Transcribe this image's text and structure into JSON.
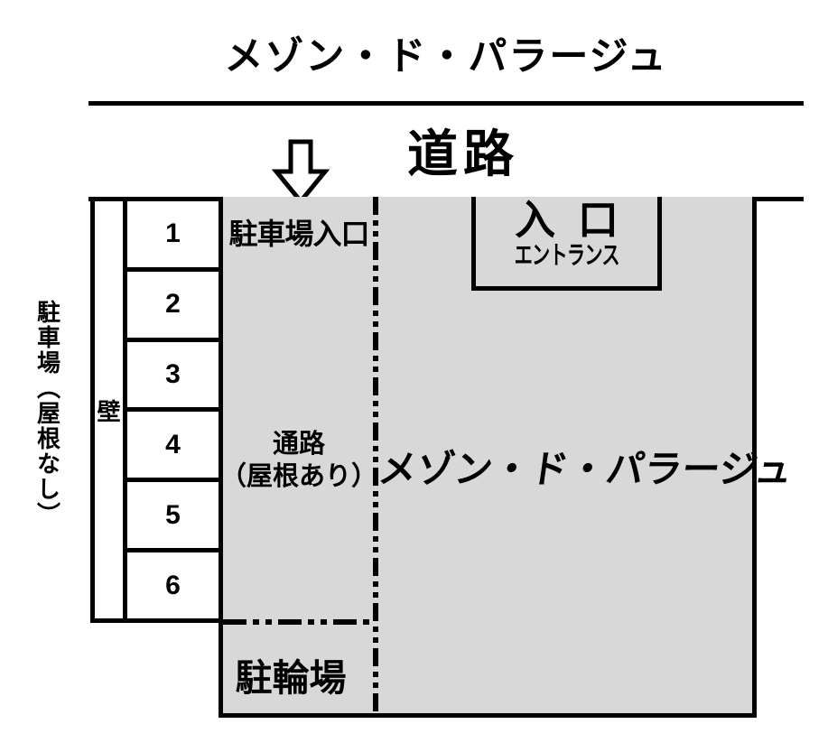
{
  "title": "メゾン・ド・パラージュ",
  "road": {
    "label": "道路"
  },
  "icons": {
    "entrance_arrow": "down-arrow"
  },
  "parking": {
    "area_label": "駐車場（屋根なし）",
    "wall_label": "壁",
    "spaces": [
      "1",
      "2",
      "3",
      "4",
      "5",
      "6"
    ],
    "entrance_label": "駐車場入口"
  },
  "passage": {
    "line1": "通路",
    "line2": "（屋根あり）"
  },
  "bicycle": {
    "label": "駐輪場"
  },
  "building": {
    "name": "メゾン・ド・パラージュ",
    "entrance_title": "入口",
    "entrance_subtitle": "エントランス"
  },
  "colors": {
    "site_fill": "#d8d8d8",
    "line": "#000000",
    "background": "#ffffff"
  }
}
